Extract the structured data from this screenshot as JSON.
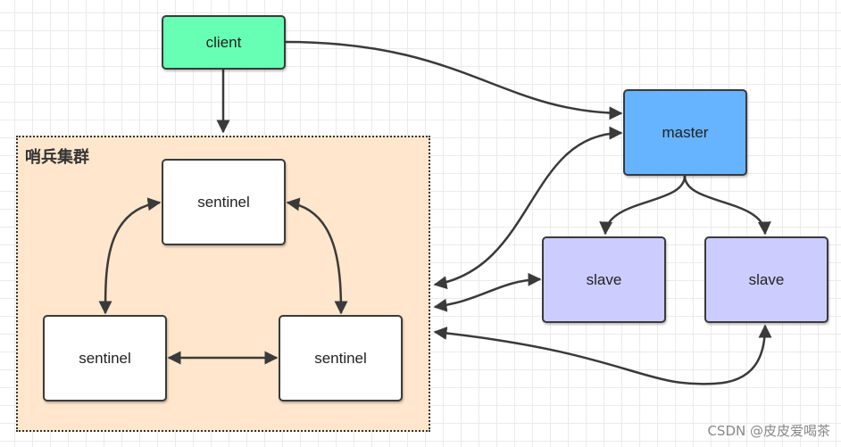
{
  "cluster": {
    "label": "哨兵集群"
  },
  "nodes": {
    "client": "client",
    "master": "master",
    "slave_1": "slave",
    "slave_2": "slave",
    "sentinel_top": "sentinel",
    "sentinel_left": "sentinel",
    "sentinel_right": "sentinel"
  },
  "colors": {
    "client": "#66ffb3",
    "master": "#66b3ff",
    "slave": "#ccccff",
    "sentinel": "#ffffff",
    "cluster": "#ffe6cc",
    "edge": "#3a3a3a"
  },
  "watermark": "CSDN @皮皮爱喝茶"
}
